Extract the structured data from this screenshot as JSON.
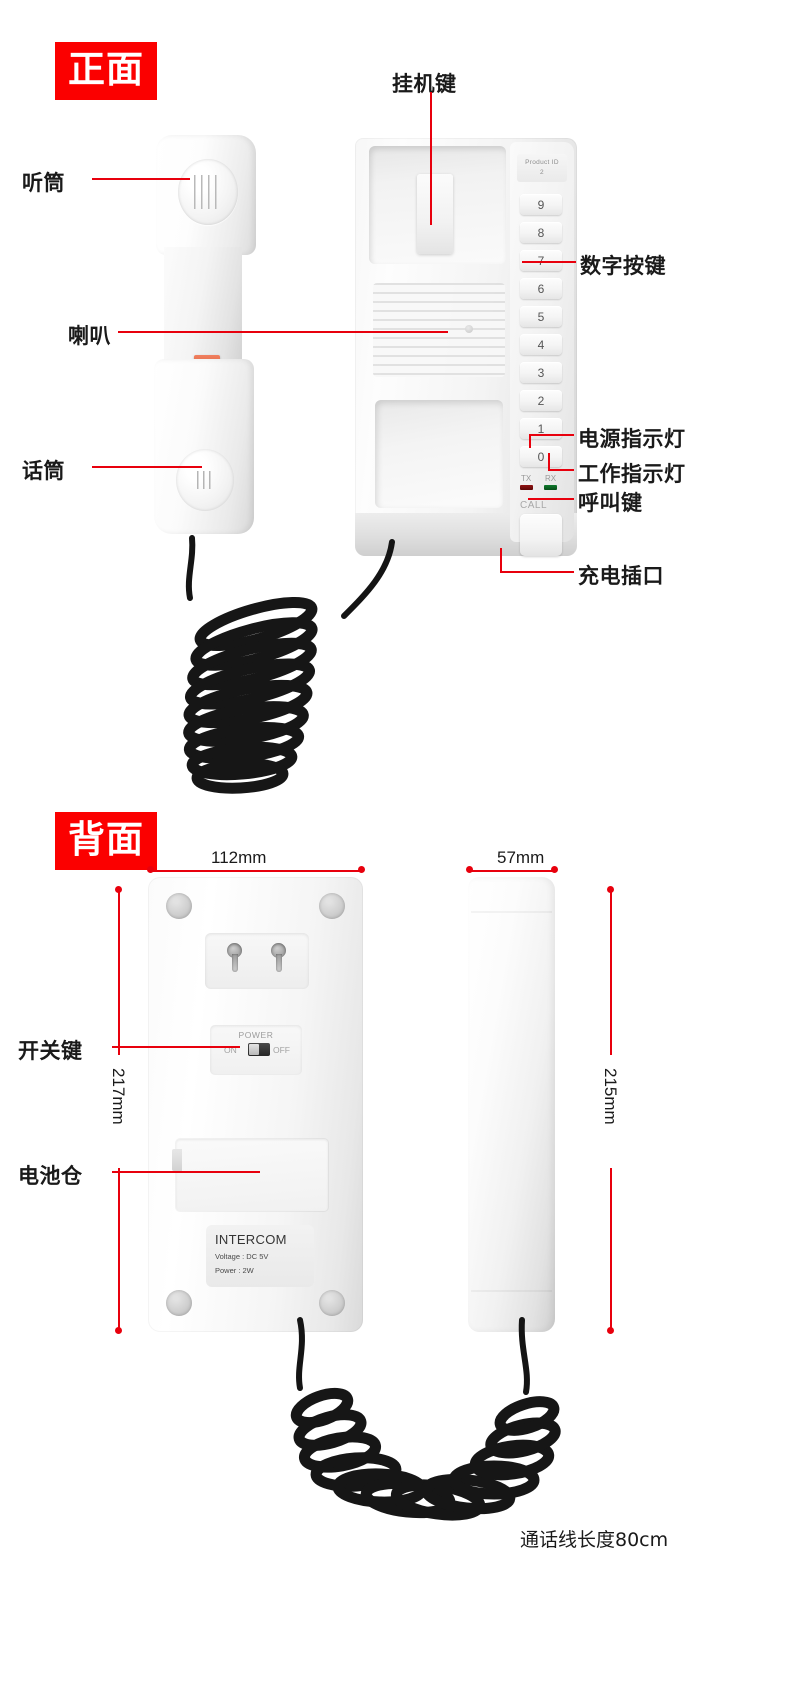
{
  "sections": {
    "front": {
      "tag": "正面"
    },
    "back": {
      "tag": "背面"
    }
  },
  "front_annotations": {
    "earpiece": "听筒",
    "speaker": "喇叭",
    "microphone": "话筒",
    "hook_key": "挂机键",
    "number_keys": "数字按键",
    "power_indicator": "电源指示灯",
    "work_indicator": "工作指示灯",
    "call_key": "呼叫键",
    "charge_port": "充电插口"
  },
  "device": {
    "product_id_label": "Product  ID",
    "product_id_value": "2",
    "keys": [
      "9",
      "8",
      "7",
      "6",
      "5",
      "4",
      "3",
      "2",
      "1",
      "0"
    ],
    "led_tx": "TX",
    "led_rx": "RX",
    "call_text": "CALL",
    "led_tx_color": "#7a0f0f",
    "led_rx_color": "#0d6b26"
  },
  "back_annotations": {
    "power_switch": "开关键",
    "battery_compartment": "电池仓"
  },
  "back_device": {
    "power_caption": "POWER",
    "switch_on": "ON",
    "switch_off": "OFF",
    "brand": "INTERCOM",
    "voltage": "Voltage : DC 5V",
    "power": "Power : 2W"
  },
  "dimensions": {
    "width_main": "112mm",
    "width_side": "57mm",
    "height_main": "217mm",
    "height_side": "215mm"
  },
  "footer": {
    "cable_length": "通话线长度80cm"
  },
  "colors": {
    "accent_red": "#fb0000",
    "leader_red": "#e8000d",
    "text_dark": "#1a1a1a"
  }
}
